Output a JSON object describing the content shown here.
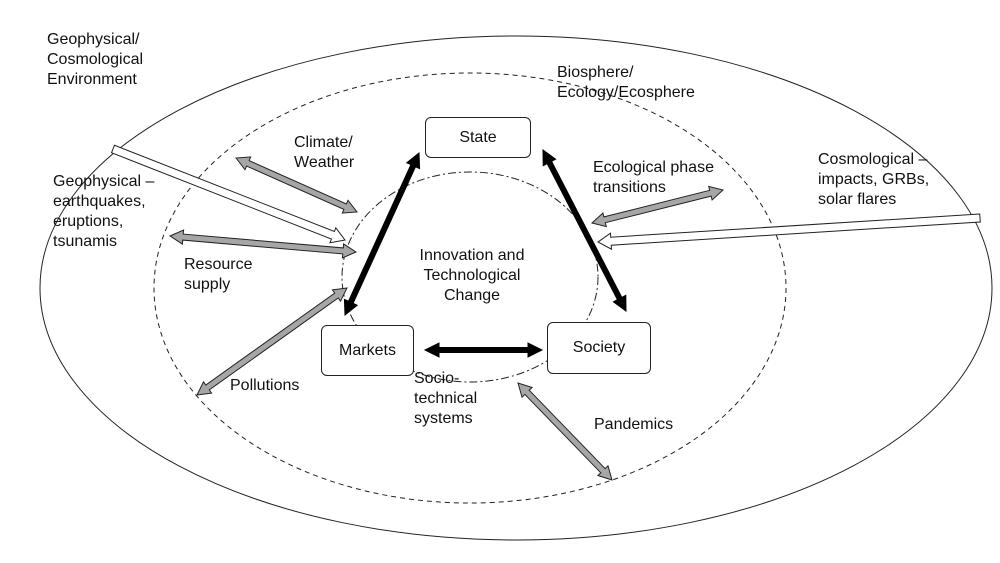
{
  "outer_label": "Geophysical/\nCosmological\nEnvironment",
  "biosphere_label": "Biosphere/\nEcology/Ecosphere",
  "core_label": "Innovation and\nTechnological\nChange",
  "sociotech_label": "Socio-\ntechnical\nsystems",
  "nodes": {
    "state": "State",
    "markets": "Markets",
    "society": "Society"
  },
  "drivers": {
    "climate": "Climate/\nWeather",
    "geophysical": "Geophysical –\nearthquakes,\neruptions,\ntsunamis",
    "resource": "Resource\nsupply",
    "pollutions": "Pollutions",
    "ecological": "Ecological phase\ntransitions",
    "cosmological": "Cosmological –\nimpacts, GRBs,\nsolar flares",
    "pandemics": "Pandemics"
  },
  "colors": {
    "line": "#222222",
    "gray_arrow": "#a6a6a6",
    "black_arrow": "#000000",
    "white_arrow": "#ffffff"
  }
}
